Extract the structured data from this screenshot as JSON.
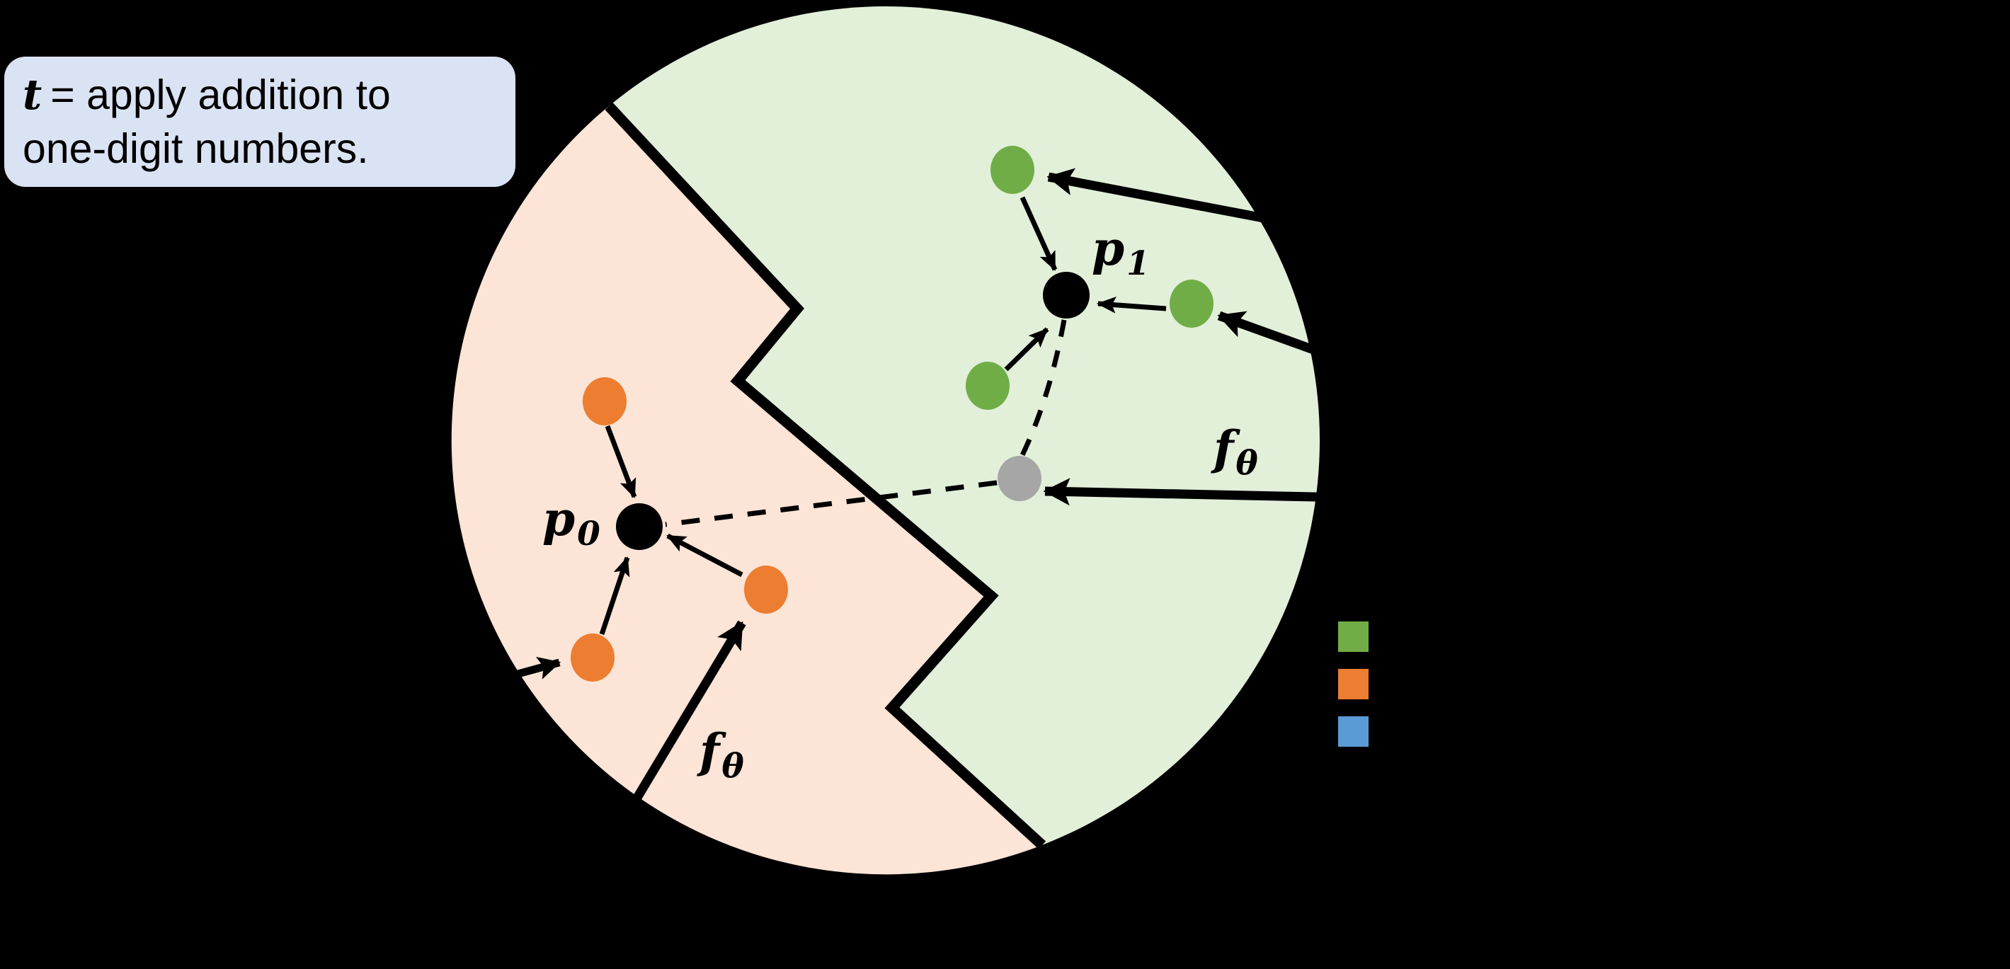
{
  "task_box": {
    "variable": "t",
    "equation_rest": "= apply addition to",
    "line2": "one-digit numbers.",
    "bg_color": "#dae3f3"
  },
  "diagram": {
    "colors": {
      "background": "#000000",
      "region_green": "#e2efd9",
      "region_peach": "#fce4d6",
      "dot_green": "#70ad47",
      "dot_orange": "#ed7d31",
      "dot_gray": "#a6a6a6",
      "dot_black": "#000000",
      "line": "#000000"
    },
    "labels": {
      "p0": {
        "base": "p",
        "sub": "0"
      },
      "p1": {
        "base": "p",
        "sub": "1"
      },
      "f_theta": {
        "base": "f",
        "sub": "θ"
      }
    }
  },
  "legend": {
    "items": [
      {
        "color": "#70ad47"
      },
      {
        "color": "#ed7d31"
      },
      {
        "color": "#5b9bd5"
      }
    ]
  }
}
